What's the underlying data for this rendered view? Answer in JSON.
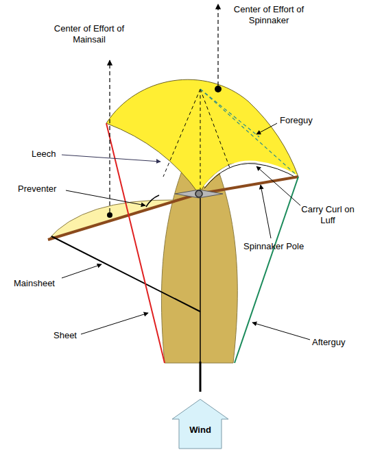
{
  "diagram": {
    "nodes": [
      {
        "text": [
          "Wind"
        ]
      }
    ],
    "labels": [
      "Center of Effort of Mainsail",
      "Center of Effort of Spinnaker",
      "Foreguy",
      "Leech",
      "Preventer",
      "Carry Curl on Luff",
      "Spinnaker Pole",
      "Mainsheet",
      "Sheet",
      "Afterguy"
    ]
  }
}
